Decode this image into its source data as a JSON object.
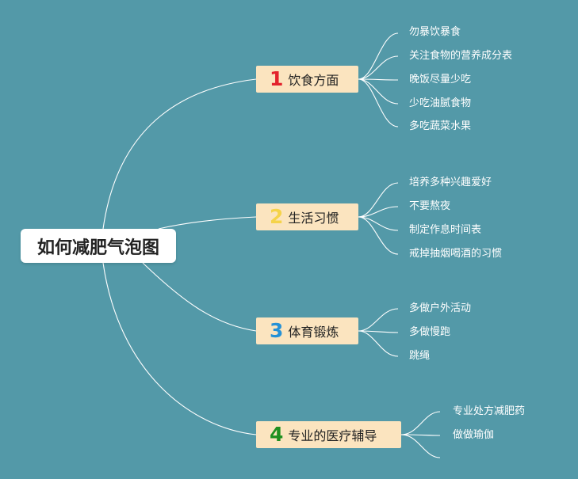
{
  "root": {
    "label": "如何减肥气泡图"
  },
  "colors": {
    "background": "#5399a8",
    "branch_fill": "#fbe4bf",
    "num1": "#e3232c",
    "num2": "#f5d34a",
    "num3": "#2591d6",
    "num4": "#1f8f1f"
  },
  "branches": [
    {
      "number": "1",
      "label": "饮食方面",
      "items": [
        "勿暴饮暴食",
        "关注食物的营养成分表",
        "晚饭尽量少吃",
        "少吃油腻食物",
        "多吃蔬菜水果"
      ]
    },
    {
      "number": "2",
      "label": "生活习惯",
      "items": [
        "培养多种兴趣爱好",
        "不要熬夜",
        "制定作息时间表",
        "戒掉抽烟喝酒的习惯"
      ]
    },
    {
      "number": "3",
      "label": "体育锻炼",
      "items": [
        "多做户外活动",
        "多做慢跑",
        "跳绳"
      ]
    },
    {
      "number": "4",
      "label": "专业的医疗辅导",
      "items": [
        "专业处方减肥药",
        "做做瑜伽"
      ]
    }
  ]
}
